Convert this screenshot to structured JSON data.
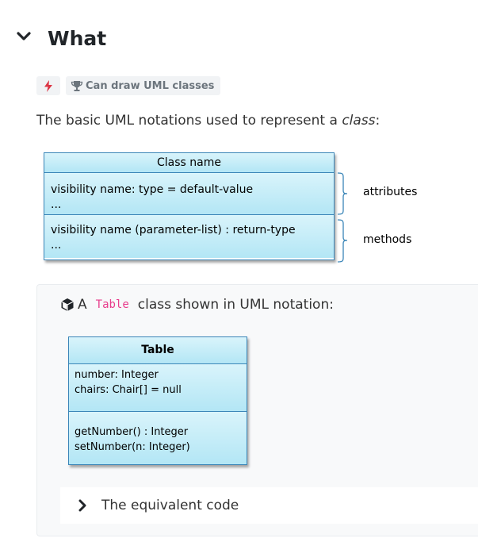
{
  "section": {
    "title": "What"
  },
  "badges": {
    "trophy_label": "Can draw UML classes"
  },
  "intro": {
    "prefix": "The basic UML notations used to represent a ",
    "emphasis": "class",
    "suffix": ":"
  },
  "notation": {
    "class_name": "Class name",
    "attribute_line": "visibility name: type = default-value",
    "attribute_more": "...",
    "method_line": "visibility name (parameter-list) : return-type",
    "method_more": "...",
    "attributes_label": "attributes",
    "methods_label": "methods"
  },
  "example": {
    "prefix": "A",
    "code": "Table",
    "suffix": "class shown in UML notation:",
    "class_name": "Table",
    "attributes": [
      "number: Integer",
      "chairs: Chair[] = null"
    ],
    "methods": [
      "getNumber() : Integer",
      "setNumber(n: Integer)"
    ],
    "collapse_label": "The equivalent code"
  },
  "colors": {
    "uml_border": "#3b86b8",
    "uml_fill_top": "#d9f4fb",
    "uml_fill_bottom": "#b3e6f5",
    "bolt": "#dc3545",
    "code": "#e83e8c"
  }
}
